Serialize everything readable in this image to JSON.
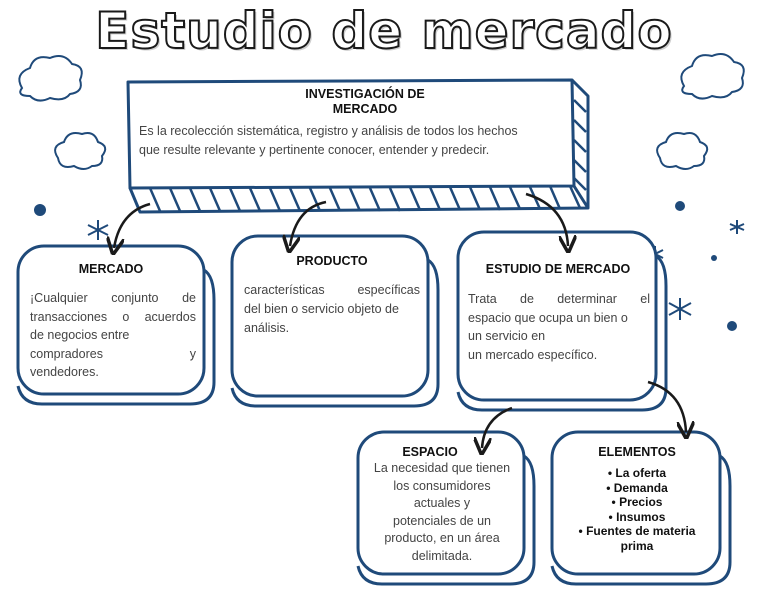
{
  "title": "Estudio de mercado",
  "investigacion": {
    "heading": [
      "INVESTIGACIÓN DE",
      "MERCADO"
    ],
    "text": [
      "Es la recolección sistemática, registro y análisis de todos los hechos",
      "que resulte relevante y pertinente conocer, entender y predecir."
    ]
  },
  "mercado": {
    "heading": "MERCADO",
    "text": [
      "¡Cualquier conjunto de",
      "transacciones o acuerdos",
      "de negocios entre",
      "compradores y",
      "vendedores."
    ]
  },
  "producto": {
    "heading": "PRODUCTO",
    "text": [
      "características específicas",
      "del bien o servicio objeto de",
      "análisis."
    ]
  },
  "estudio": {
    "heading": "ESTUDIO DE MERCADO",
    "text": [
      "Trata de determinar el",
      "espacio que ocupa un bien o",
      "un servicio en",
      "un mercado específico."
    ]
  },
  "espacio": {
    "heading": "ESPACIO",
    "text": [
      "La necesidad que tienen",
      "los consumidores",
      "actuales y",
      "potenciales de un",
      "producto, en un área",
      "delimitada."
    ]
  },
  "elementos": {
    "heading": "ELEMENTOS",
    "items": [
      "• La oferta",
      "• Demanda",
      "• Precios",
      "• Insumos",
      "• Fuentes de materia",
      "prima"
    ]
  },
  "colors": {
    "box_border": "#1f4a7a",
    "arrow": "#1a1a1a",
    "accent": "#1f4a7a"
  }
}
